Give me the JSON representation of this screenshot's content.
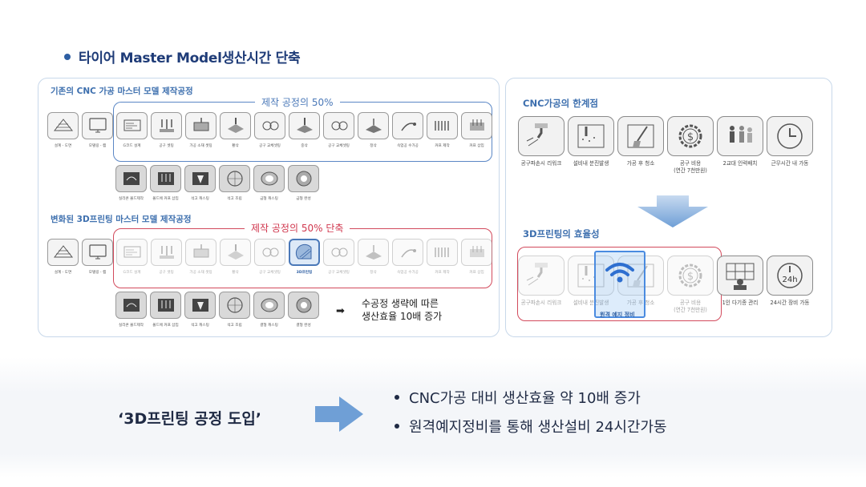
{
  "headline": "타이어 Master Model생산시간 단축",
  "left": {
    "old_title": "기존의 CNC 가공 마스터 모델 제작공정",
    "old_frame_title": "제작 공정의 50%",
    "new_title": "변화된 3D프린팅 마스터 모델 제작공정",
    "new_frame_title": "제작 공정의 50% 단축",
    "row1_old": [
      {
        "label": "설계 - 도면",
        "icon": "drawing-icon"
      },
      {
        "label": "모델링 - 캠",
        "icon": "monitor-icon"
      },
      {
        "label": "G코드 설계",
        "icon": "gcode-icon"
      },
      {
        "label": "공구 셋팅",
        "icon": "tool-setting-icon"
      },
      {
        "label": "가공 소재 셋팅",
        "icon": "material-setting-icon"
      },
      {
        "label": "황삭",
        "icon": "rough-cut-icon"
      },
      {
        "label": "공구 교체셋팅",
        "icon": "tool-change-icon"
      },
      {
        "label": "중삭",
        "icon": "medium-cut-icon"
      },
      {
        "label": "공구 교체셋팅",
        "icon": "tool-change-icon"
      },
      {
        "label": "정삭",
        "icon": "finish-cut-icon"
      },
      {
        "label": "속업공 수가공",
        "icon": "hand-work-icon"
      },
      {
        "label": "커프 제작",
        "icon": "kerf-icon"
      },
      {
        "label": "커프 삽입",
        "icon": "kerf-insert-icon"
      }
    ],
    "row2_old": [
      {
        "label": "실리콘 몰드제작",
        "icon": "silicone-mold-icon"
      },
      {
        "label": "몰드에 커프 삽입",
        "icon": "mold-kerf-icon"
      },
      {
        "label": "석고 캐스팅",
        "icon": "plaster-cast-icon"
      },
      {
        "label": "석고 조립",
        "icon": "plaster-assembly-icon"
      },
      {
        "label": "금형 캐스팅",
        "icon": "die-cast-icon"
      },
      {
        "label": "금형 완성",
        "icon": "tire-mold-icon"
      }
    ],
    "row1_new": [
      {
        "label": "설계 - 도면",
        "icon": "drawing-icon"
      },
      {
        "label": "모델링 - 캠",
        "icon": "monitor-icon"
      },
      {
        "label": "G코드 설계",
        "icon": "gcode-icon"
      },
      {
        "label": "공구 셋팅",
        "icon": "tool-setting-icon"
      },
      {
        "label": "가공 소재 셋팅",
        "icon": "material-setting-icon"
      },
      {
        "label": "황삭",
        "icon": "rough-cut-icon"
      },
      {
        "label": "공구 교체셋팅",
        "icon": "tool-change-icon"
      },
      {
        "label": "3D프린팅",
        "icon": "printer-3d-icon"
      },
      {
        "label": "공구 교체셋팅",
        "icon": "tool-change-icon"
      },
      {
        "label": "정삭",
        "icon": "finish-cut-icon"
      },
      {
        "label": "속업공 수가공",
        "icon": "hand-work-icon"
      },
      {
        "label": "커프 제작",
        "icon": "kerf-icon"
      },
      {
        "label": "커프 삽입",
        "icon": "kerf-insert-icon"
      }
    ],
    "row2_new": [
      {
        "label": "실리콘 몰드제작",
        "icon": "silicone-mold-icon"
      },
      {
        "label": "몰드에 커프 삽입",
        "icon": "mold-kerf-icon"
      },
      {
        "label": "석고 캐스팅",
        "icon": "plaster-cast-icon"
      },
      {
        "label": "석고 조립",
        "icon": "plaster-assembly-icon"
      },
      {
        "label": "결형 캐스팅",
        "icon": "die-cast-icon"
      },
      {
        "label": "결형 완성",
        "icon": "tire-mold-icon"
      }
    ],
    "note_line1": "수공정 생략에 따른",
    "note_line2": "생산효율 10배 증가"
  },
  "right": {
    "limit_title": "CNC가공의 한계점",
    "limits": [
      {
        "label": "공구파손시 리워크",
        "label2": "",
        "icon": "broken-tool-icon"
      },
      {
        "label": "설비내 분진발생",
        "label2": "",
        "icon": "dust-icon"
      },
      {
        "label": "가공 후 청소",
        "label2": "",
        "icon": "cleaning-icon"
      },
      {
        "label": "공구 비용",
        "label2": "(연간 7천만원)",
        "icon": "dollar-gear-icon"
      },
      {
        "label": "2교대 인력배치",
        "label2": "",
        "icon": "workers-icon"
      },
      {
        "label": "근무시간 내 가동",
        "label2": "",
        "icon": "clock-icon"
      }
    ],
    "eff_title": "3D프린팅의 효율성",
    "effs": [
      {
        "label": "공구파손시 리워크",
        "label2": "",
        "icon": "broken-tool-icon",
        "faded": true
      },
      {
        "label": "설비내 분진발생",
        "label2": "",
        "icon": "dust-icon",
        "faded": true
      },
      {
        "label": "가공 후 청소",
        "label2": "",
        "icon": "cleaning-icon",
        "faded": true
      },
      {
        "label": "공구 비용",
        "label2": "(연간 7천만원)",
        "icon": "dollar-gear-icon",
        "faded": true
      },
      {
        "label": "1인 다기종 관리",
        "label2": "",
        "icon": "multi-machine-icon",
        "faded": false
      },
      {
        "label": "24시간 장비 가동",
        "label2": "",
        "icon": "clock-24h-icon",
        "faded": false
      }
    ],
    "remote_label": "원격 예지 정비",
    "clock_24h": "24h"
  },
  "bottom": {
    "intro": "‘3D프린팅 공정 도입’",
    "bullets": [
      "CNC가공 대비 생산효율 약 10배 증가",
      "원격예지정비를 통해 생산설비 24시간가동"
    ]
  },
  "colors": {
    "accent": "#2e5fa3",
    "red": "#d24a5c",
    "arrow": "#6f9fd6"
  }
}
